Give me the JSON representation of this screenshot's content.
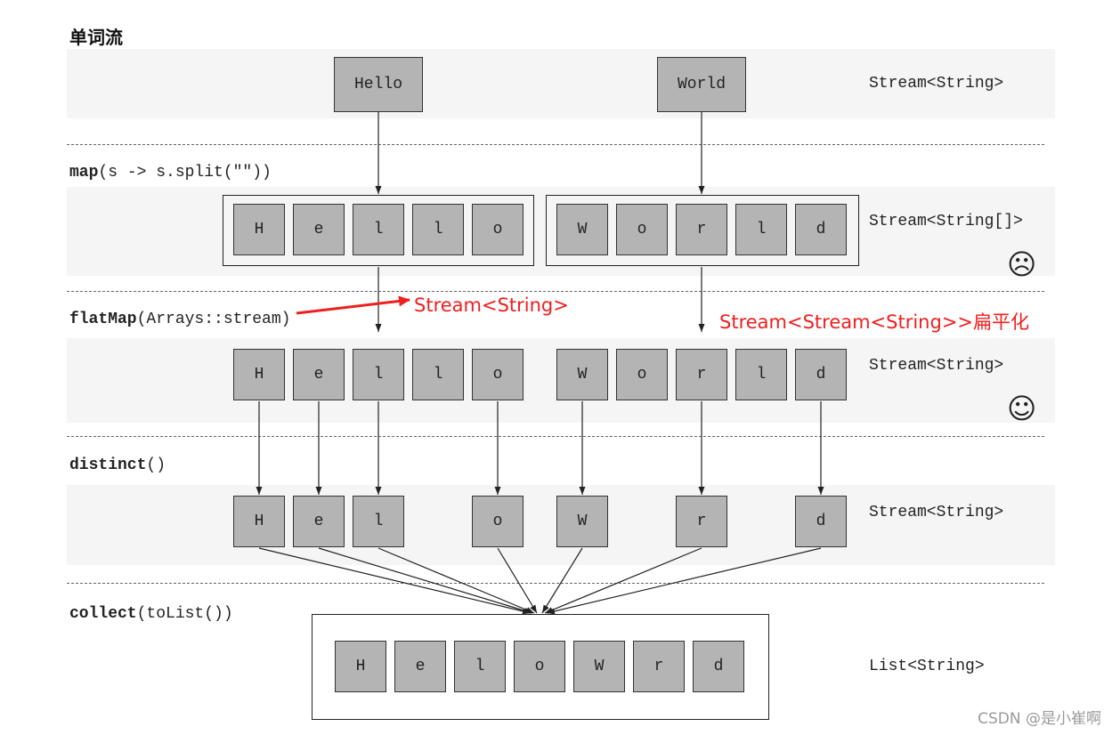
{
  "heading": "单词流",
  "words": [
    "Hello",
    "World"
  ],
  "stages": {
    "map": {
      "method": "map",
      "args": "(s -> s.split(\"\"))"
    },
    "flatMap": {
      "method": "flatMap",
      "args": "(Arrays::stream)"
    },
    "distinct": {
      "method": "distinct",
      "args": "()"
    },
    "collect": {
      "method": "collect",
      "args": "(toList())"
    }
  },
  "types": {
    "words": "Stream<String>",
    "map": "Stream<String[]>",
    "flatMap": "Stream<String>",
    "distinct": "Stream<String>",
    "collect": "List<String>"
  },
  "map_groups": [
    [
      "H",
      "e",
      "l",
      "l",
      "o"
    ],
    [
      "W",
      "o",
      "r",
      "l",
      "d"
    ]
  ],
  "flat_cells": [
    "H",
    "e",
    "l",
    "l",
    "o",
    "W",
    "o",
    "r",
    "l",
    "d"
  ],
  "distinct_cells": [
    "H",
    "e",
    "l",
    "o",
    "W",
    "r",
    "d"
  ],
  "collect_cells": [
    "H",
    "e",
    "l",
    "o",
    "W",
    "r",
    "d"
  ],
  "annotations": {
    "stream_string": "Stream<String>",
    "stream_stream": "Stream<Stream<String>>扁平化"
  },
  "faces": {
    "sad": "☹",
    "happy": "☺"
  },
  "watermark": "CSDN @是小崔啊",
  "colors": {
    "cell_fill": "#b4b4b4",
    "annotation": "#f01e1e",
    "band": "#f5f5f5"
  }
}
